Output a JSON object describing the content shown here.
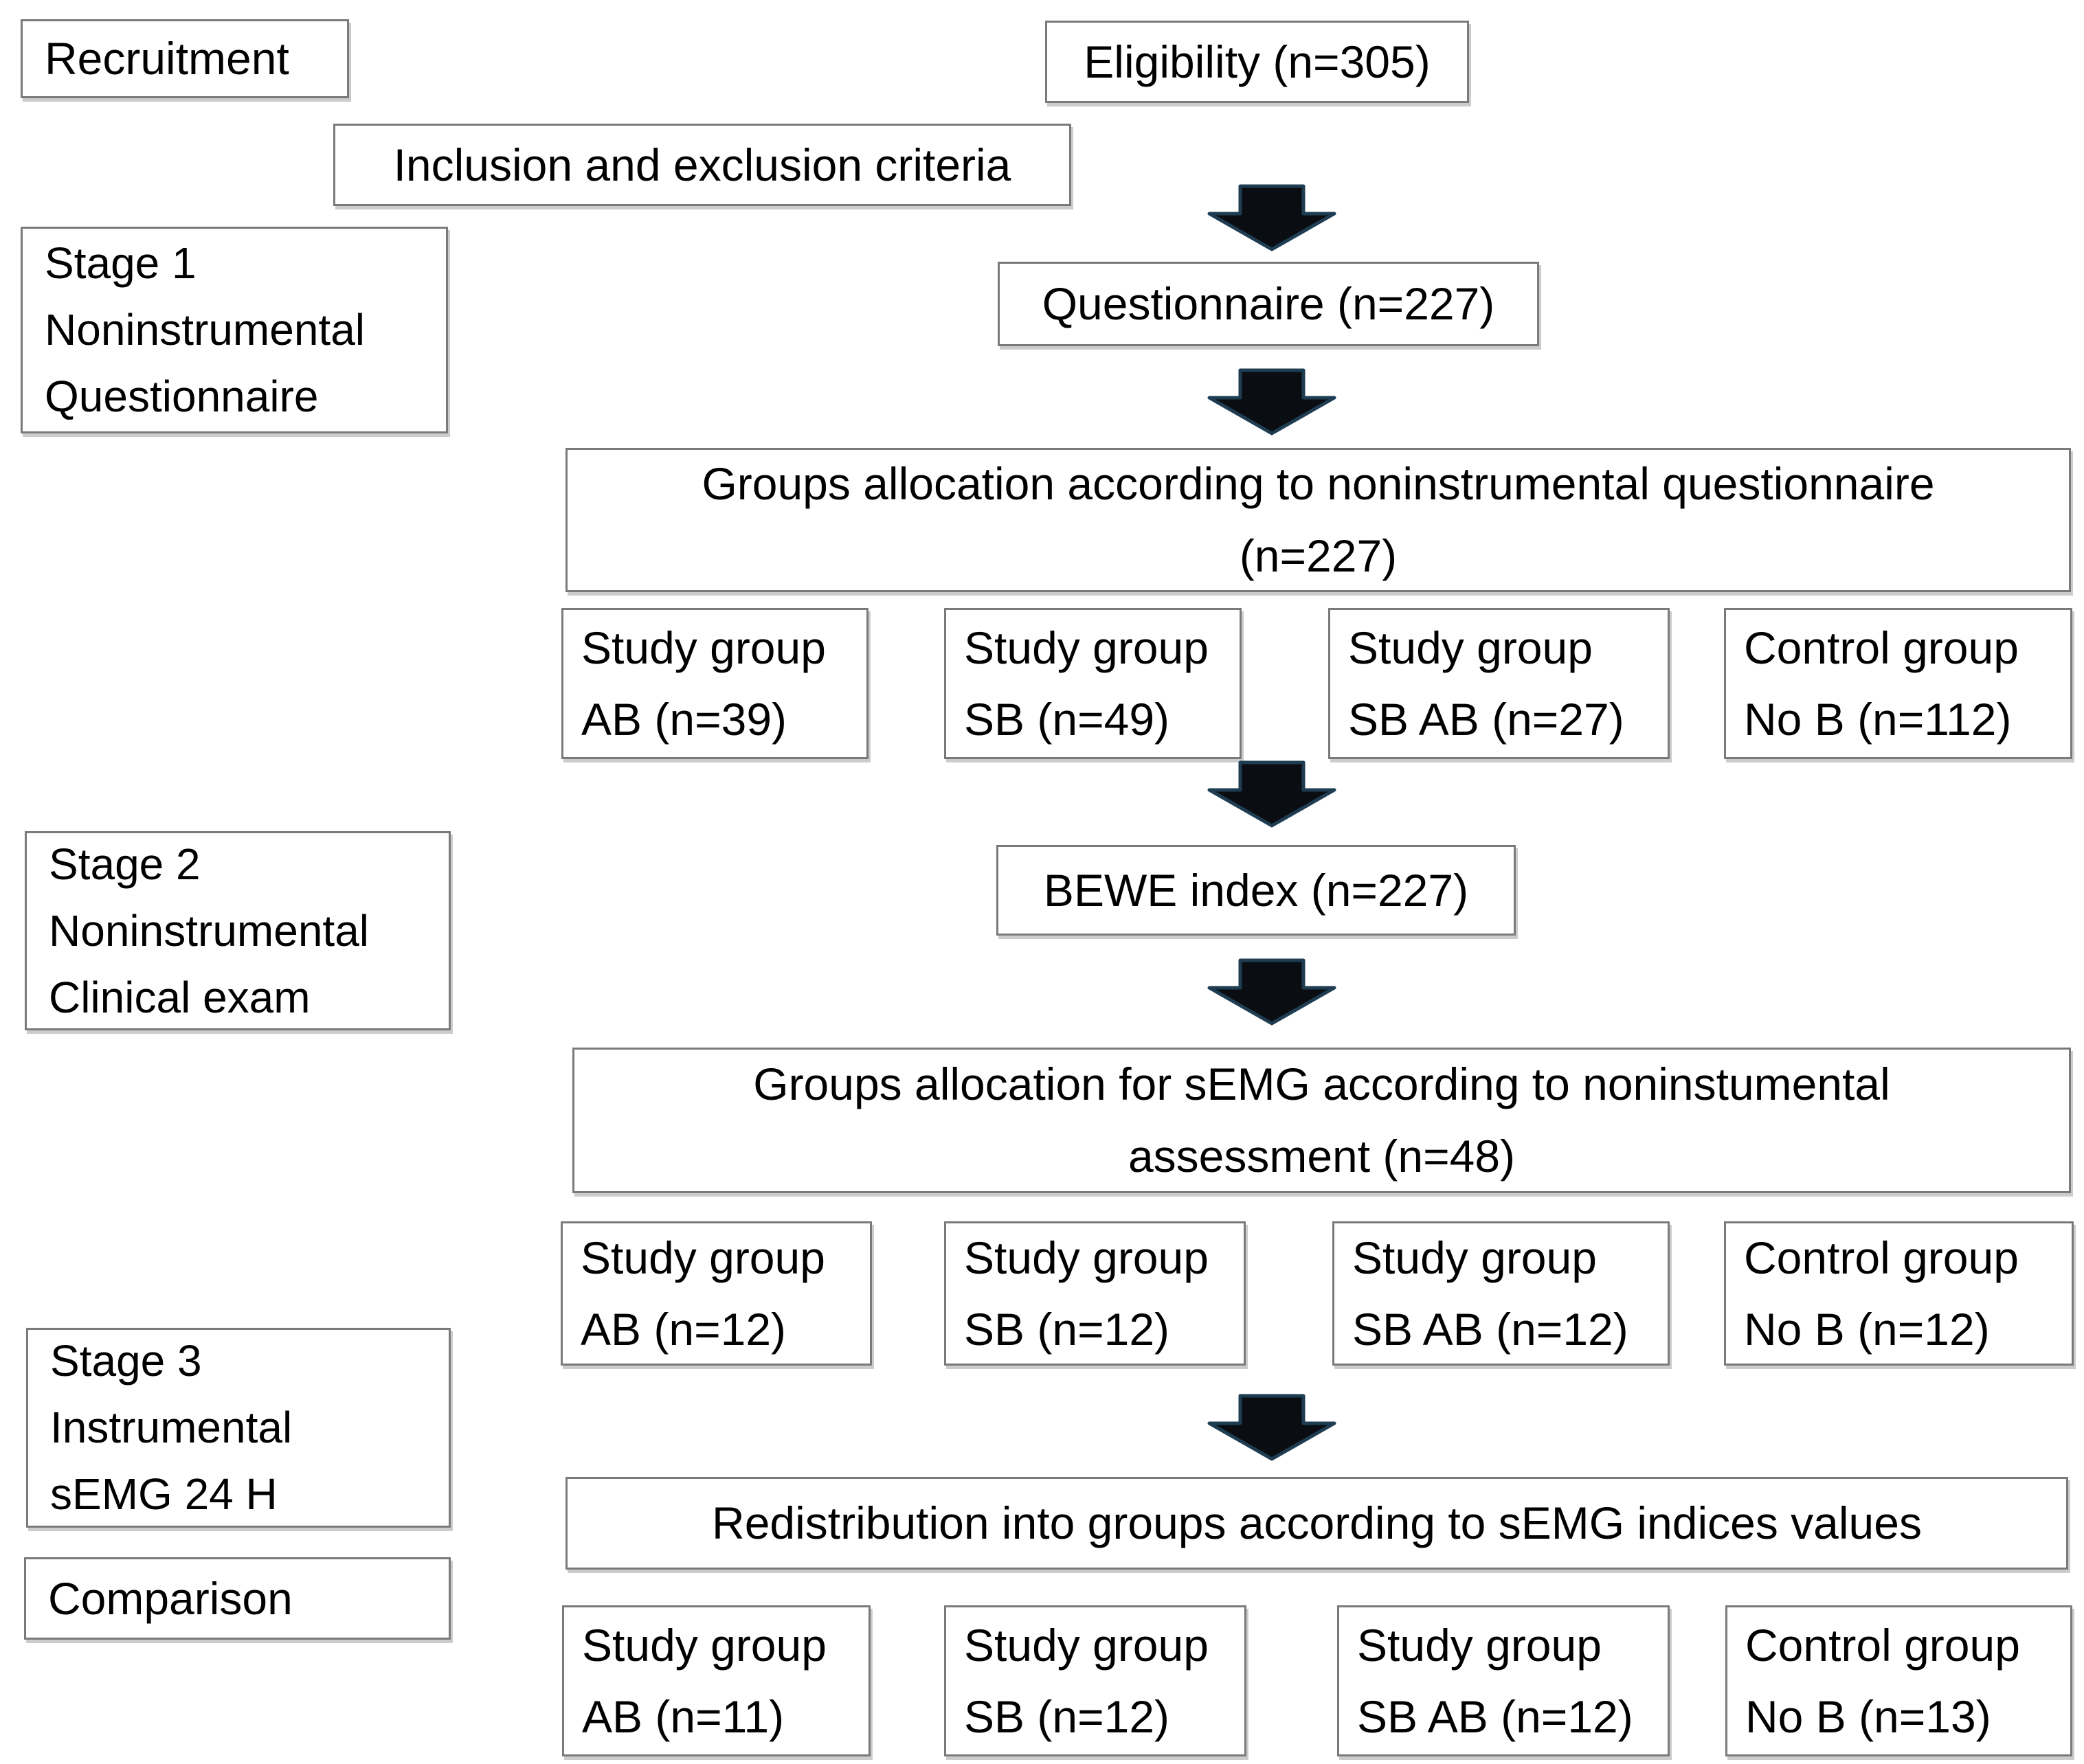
{
  "flowchart": {
    "recruitment": "Recruitment",
    "eligibility": "Eligibility (n=305)",
    "inclusion_criteria": "Inclusion and exclusion criteria",
    "stage1": [
      "Stage 1",
      "Noninstrumental",
      "Questionnaire"
    ],
    "questionnaire": "Questionnaire (n=227)",
    "allocation_questionnaire": [
      "Groups allocation according to noninstrumental questionnaire",
      "(n=227)"
    ],
    "groups_row1": [
      {
        "l1": "Study group",
        "l2": "AB (n=39)"
      },
      {
        "l1": "Study group",
        "l2": "SB (n=49)"
      },
      {
        "l1": "Study group",
        "l2": "SB AB (n=27)"
      },
      {
        "l1": "Control group",
        "l2": "No B (n=112)"
      }
    ],
    "stage2": [
      "Stage 2",
      "Noninstrumental",
      "Clinical exam"
    ],
    "bewe_index": "BEWE index (n=227)",
    "allocation_semg": [
      "Groups allocation for sEMG according to noninstumental",
      "assessment (n=48)"
    ],
    "groups_row2": [
      {
        "l1": "Study group",
        "l2": "AB (n=12)"
      },
      {
        "l1": "Study group",
        "l2": "SB (n=12)"
      },
      {
        "l1": "Study group",
        "l2": "SB AB (n=12)"
      },
      {
        "l1": "Control group",
        "l2": "No B (n=12)"
      }
    ],
    "stage3": [
      "Stage 3",
      "Instrumental",
      "sEMG 24 H"
    ],
    "redistribution": "Redistribution into groups according to sEMG indices values",
    "comparison": "Comparison",
    "groups_row3": [
      {
        "l1": "Study group",
        "l2": "AB (n=11)"
      },
      {
        "l1": "Study group",
        "l2": "SB (n=12)"
      },
      {
        "l1": "Study group",
        "l2": "SB AB (n=12)"
      },
      {
        "l1": "Control group",
        "l2": "No B (n=13)"
      }
    ]
  },
  "colors": {
    "box_border": "#7a7a7a",
    "box_shadow": "#cccccc",
    "arrow_fill": "#0a0e13",
    "arrow_stroke": "#1e3d52",
    "text": "#000000",
    "background": "#ffffff"
  }
}
